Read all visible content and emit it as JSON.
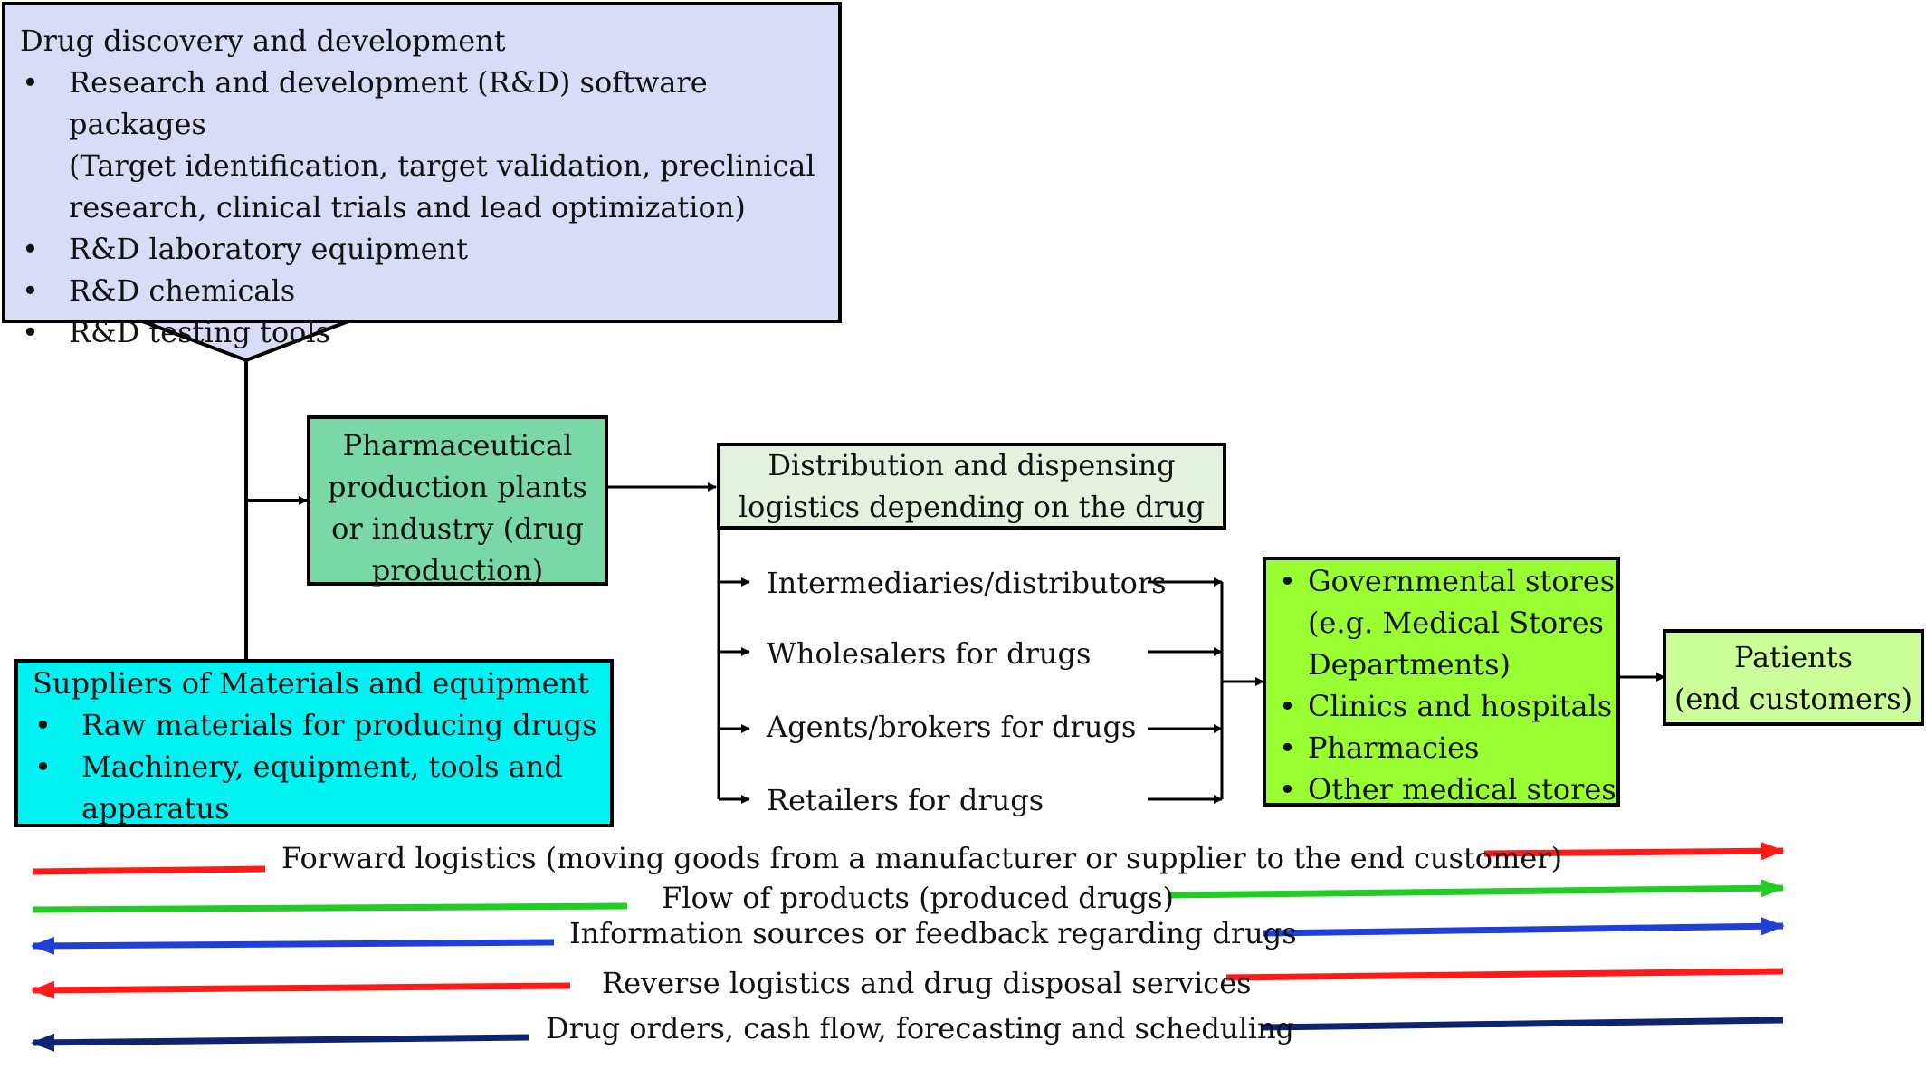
{
  "rnd": {
    "title": "Drug discovery and development",
    "items": [
      [
        "Research and development (R&D) software packages",
        "(Target identification, target validation, preclinical",
        "research, clinical trials and lead optimization)"
      ],
      [
        "R&D laboratory equipment"
      ],
      [
        "R&D chemicals"
      ],
      [
        "R&D testing tools"
      ]
    ]
  },
  "production": {
    "lines": [
      "Pharmaceutical",
      "production plants",
      "or industry (drug",
      "production)"
    ]
  },
  "suppliers": {
    "title": "Suppliers of Materials and equipment",
    "items": [
      [
        "Raw materials for producing drugs"
      ],
      [
        "Machinery, equipment, tools and",
        "apparatus"
      ]
    ]
  },
  "distribution": {
    "lines": [
      "Distribution and dispensing",
      "logistics depending on the drug"
    ],
    "channels": [
      "Intermediaries/distributors",
      "Wholesalers for drugs",
      "Agents/brokers for drugs",
      "Retailers for drugs"
    ]
  },
  "outlets": {
    "items": [
      [
        "Governmental stores",
        "(e.g. Medical Stores",
        "Departments)"
      ],
      [
        "Clinics and hospitals"
      ],
      [
        "Pharmacies"
      ],
      [
        "Other medical stores"
      ]
    ]
  },
  "patients": {
    "lines": [
      "Patients",
      "(end customers)"
    ]
  },
  "legend": [
    {
      "label": "Forward logistics (moving goods from a manufacturer or supplier to the end customer)",
      "color": "#ff1a1a",
      "direction": "forward"
    },
    {
      "label": "Flow of products (produced drugs)",
      "color": "#22cc22",
      "direction": "forward"
    },
    {
      "label": "Information sources or feedback regarding drugs",
      "color": "#1f3fd6",
      "direction": "both"
    },
    {
      "label": "Reverse logistics and drug disposal services",
      "color": "#ff1a1a",
      "direction": "reverse"
    },
    {
      "label": "Drug orders, cash flow, forecasting and scheduling",
      "color": "#0f2470",
      "direction": "reverse"
    }
  ],
  "colors": {
    "rnd_fill": "#d9dcf7",
    "production_fill": "#79d8a6",
    "suppliers_fill": "#00f2f2",
    "distribution_fill": "#e4f1dc",
    "outlets_fill": "#99ff33",
    "patients_fill": "#ccff99"
  }
}
